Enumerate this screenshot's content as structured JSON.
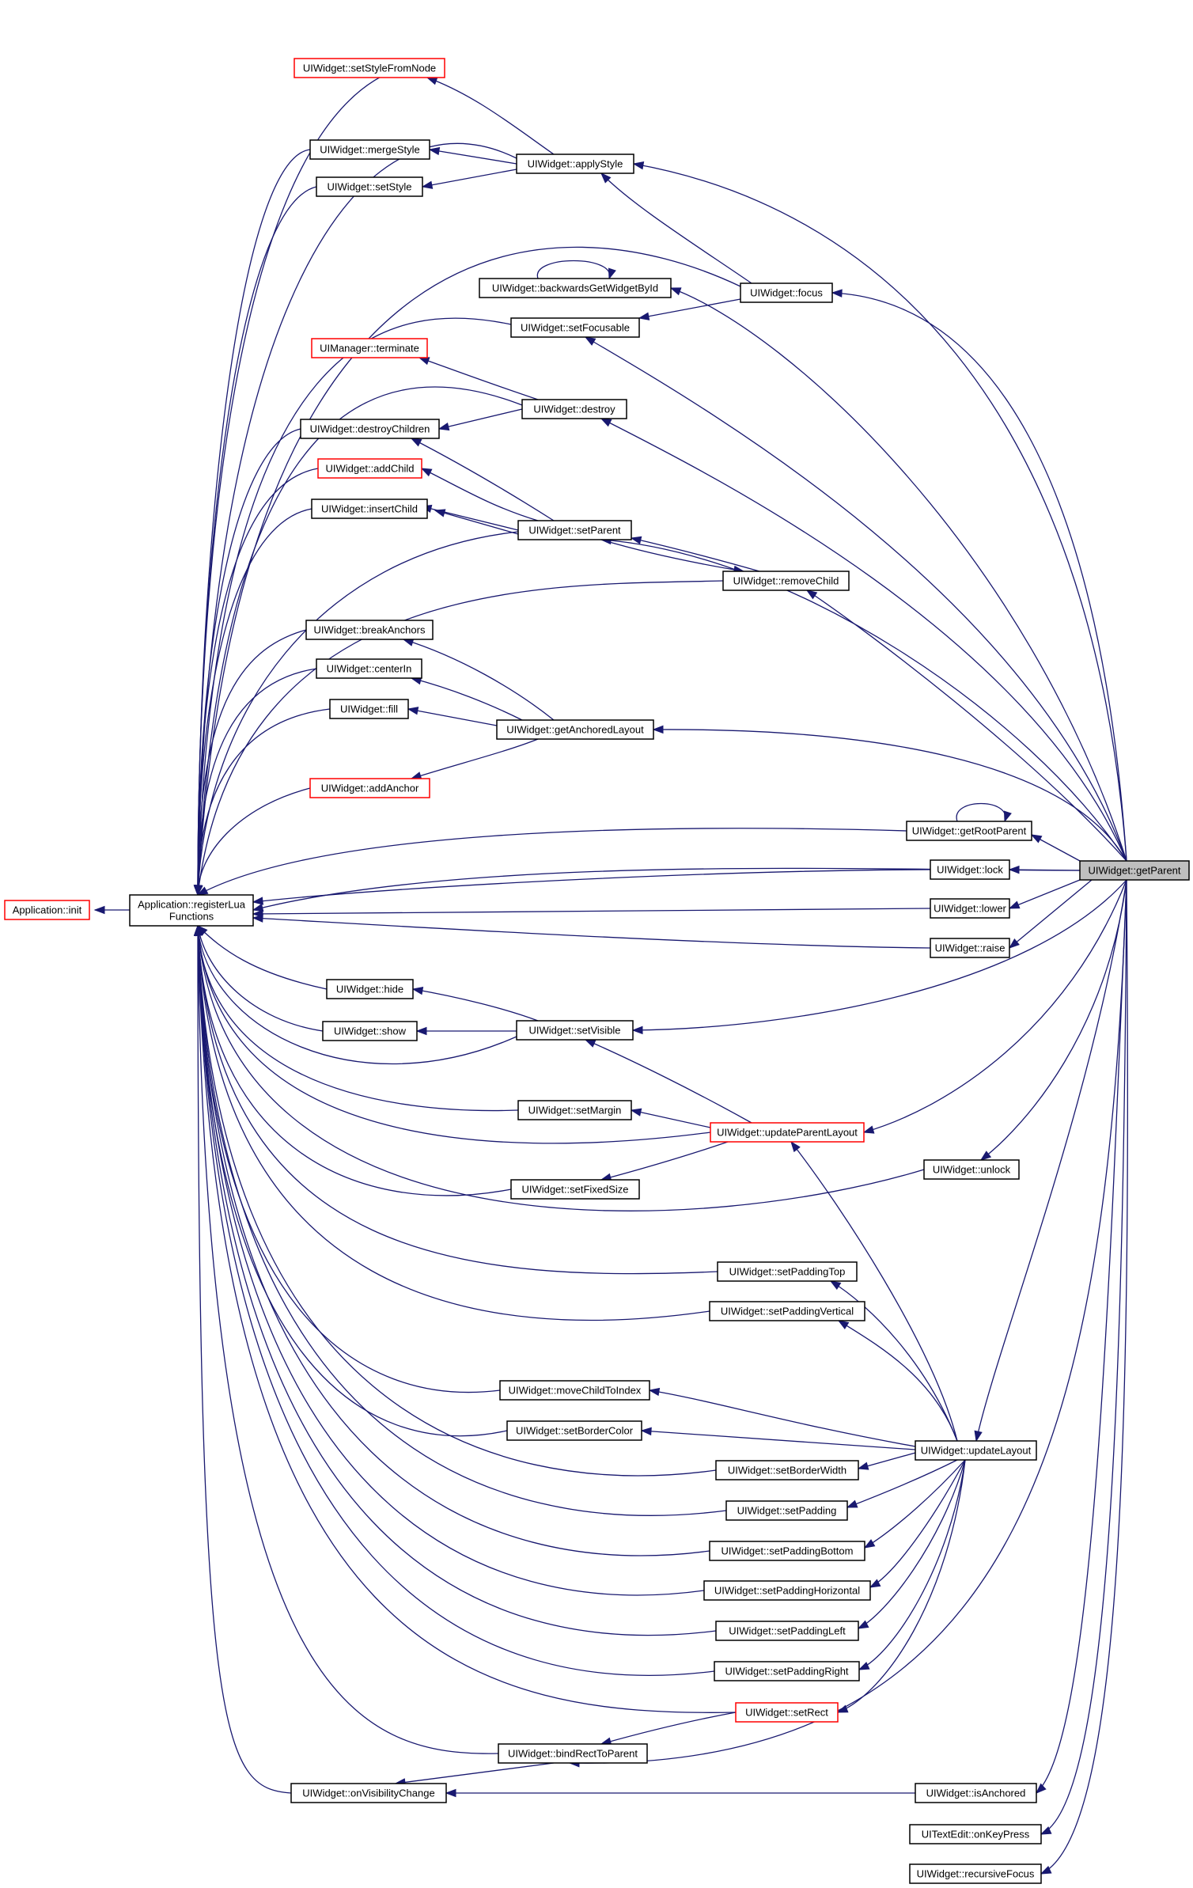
{
  "colors": {
    "edge": "#191970",
    "node_border": "#000000",
    "truncated_border": "#ff0000",
    "root_fill": "#bfbfbf",
    "background": "#ffffff"
  },
  "nodes": [
    {
      "id": "root",
      "label": "UIWidget::getParent",
      "style": "root"
    },
    {
      "id": "app_init",
      "label": "Application::init",
      "style": "truncated"
    },
    {
      "id": "register",
      "label": [
        "Application::registerLua",
        "Functions"
      ],
      "style": "normal"
    },
    {
      "id": "setStyleFromNode",
      "label": "UIWidget::setStyleFromNode",
      "style": "truncated"
    },
    {
      "id": "mergeStyle",
      "label": "UIWidget::mergeStyle",
      "style": "normal"
    },
    {
      "id": "setStyle",
      "label": "UIWidget::setStyle",
      "style": "normal"
    },
    {
      "id": "applyStyle",
      "label": "UIWidget::applyStyle",
      "style": "normal"
    },
    {
      "id": "backwardsGetWidgetById",
      "label": "UIWidget::backwardsGetWidgetById",
      "style": "normal"
    },
    {
      "id": "focus",
      "label": "UIWidget::focus",
      "style": "normal"
    },
    {
      "id": "setFocusable",
      "label": "UIWidget::setFocusable",
      "style": "normal"
    },
    {
      "id": "terminate",
      "label": "UIManager::terminate",
      "style": "truncated"
    },
    {
      "id": "destroy",
      "label": "UIWidget::destroy",
      "style": "normal"
    },
    {
      "id": "destroyChildren",
      "label": "UIWidget::destroyChildren",
      "style": "normal"
    },
    {
      "id": "addChild",
      "label": "UIWidget::addChild",
      "style": "truncated"
    },
    {
      "id": "insertChild",
      "label": "UIWidget::insertChild",
      "style": "normal"
    },
    {
      "id": "setParent",
      "label": "UIWidget::setParent",
      "style": "normal"
    },
    {
      "id": "removeChild",
      "label": "UIWidget::removeChild",
      "style": "normal"
    },
    {
      "id": "breakAnchors",
      "label": "UIWidget::breakAnchors",
      "style": "normal"
    },
    {
      "id": "centerIn",
      "label": "UIWidget::centerIn",
      "style": "normal"
    },
    {
      "id": "fill",
      "label": "UIWidget::fill",
      "style": "normal"
    },
    {
      "id": "getAnchoredLayout",
      "label": "UIWidget::getAnchoredLayout",
      "style": "normal"
    },
    {
      "id": "addAnchor",
      "label": "UIWidget::addAnchor",
      "style": "truncated"
    },
    {
      "id": "getRootParent",
      "label": "UIWidget::getRootParent",
      "style": "normal"
    },
    {
      "id": "lock",
      "label": "UIWidget::lock",
      "style": "normal"
    },
    {
      "id": "lower",
      "label": "UIWidget::lower",
      "style": "normal"
    },
    {
      "id": "raise",
      "label": "UIWidget::raise",
      "style": "normal"
    },
    {
      "id": "hide",
      "label": "UIWidget::hide",
      "style": "normal"
    },
    {
      "id": "show",
      "label": "UIWidget::show",
      "style": "normal"
    },
    {
      "id": "setVisible",
      "label": "UIWidget::setVisible",
      "style": "normal"
    },
    {
      "id": "setMargin",
      "label": "UIWidget::setMargin",
      "style": "normal"
    },
    {
      "id": "updateParentLayout",
      "label": "UIWidget::updateParentLayout",
      "style": "truncated"
    },
    {
      "id": "setFixedSize",
      "label": "UIWidget::setFixedSize",
      "style": "normal"
    },
    {
      "id": "unlock",
      "label": "UIWidget::unlock",
      "style": "normal"
    },
    {
      "id": "setPaddingTop",
      "label": "UIWidget::setPaddingTop",
      "style": "normal"
    },
    {
      "id": "setPaddingVertical",
      "label": "UIWidget::setPaddingVertical",
      "style": "normal"
    },
    {
      "id": "moveChildToIndex",
      "label": "UIWidget::moveChildToIndex",
      "style": "normal"
    },
    {
      "id": "setBorderColor",
      "label": "UIWidget::setBorderColor",
      "style": "normal"
    },
    {
      "id": "updateLayout",
      "label": "UIWidget::updateLayout",
      "style": "normal"
    },
    {
      "id": "setBorderWidth",
      "label": "UIWidget::setBorderWidth",
      "style": "normal"
    },
    {
      "id": "setPadding",
      "label": "UIWidget::setPadding",
      "style": "normal"
    },
    {
      "id": "setPaddingBottom",
      "label": "UIWidget::setPaddingBottom",
      "style": "normal"
    },
    {
      "id": "setPaddingHorizontal",
      "label": "UIWidget::setPaddingHorizontal",
      "style": "normal"
    },
    {
      "id": "setPaddingLeft",
      "label": "UIWidget::setPaddingLeft",
      "style": "normal"
    },
    {
      "id": "setPaddingRight",
      "label": "UIWidget::setPaddingRight",
      "style": "normal"
    },
    {
      "id": "setRect",
      "label": "UIWidget::setRect",
      "style": "truncated"
    },
    {
      "id": "bindRectToParent",
      "label": "UIWidget::bindRectToParent",
      "style": "normal"
    },
    {
      "id": "onVisibilityChange",
      "label": "UIWidget::onVisibilityChange",
      "style": "normal"
    },
    {
      "id": "isAnchored",
      "label": "UIWidget::isAnchored",
      "style": "normal"
    },
    {
      "id": "onKeyPress",
      "label": "UITextEdit::onKeyPress",
      "style": "normal"
    },
    {
      "id": "recursiveFocus",
      "label": "UIWidget::recursiveFocus",
      "style": "normal"
    }
  ],
  "edges": [
    {
      "from": "register",
      "to": "app_init"
    },
    {
      "from": "root",
      "to": "register"
    },
    {
      "from": "root",
      "to": "applyStyle"
    },
    {
      "from": "root",
      "to": "focus"
    },
    {
      "from": "root",
      "to": "backwardsGetWidgetById"
    },
    {
      "from": "root",
      "to": "setFocusable"
    },
    {
      "from": "root",
      "to": "destroy"
    },
    {
      "from": "root",
      "to": "setParent"
    },
    {
      "from": "root",
      "to": "removeChild"
    },
    {
      "from": "root",
      "to": "getAnchoredLayout"
    },
    {
      "from": "root",
      "to": "getRootParent"
    },
    {
      "from": "root",
      "to": "lock"
    },
    {
      "from": "root",
      "to": "lower"
    },
    {
      "from": "root",
      "to": "raise"
    },
    {
      "from": "root",
      "to": "setVisible"
    },
    {
      "from": "root",
      "to": "updateParentLayout"
    },
    {
      "from": "root",
      "to": "unlock"
    },
    {
      "from": "root",
      "to": "updateLayout"
    },
    {
      "from": "root",
      "to": "bindRectToParent"
    },
    {
      "from": "root",
      "to": "isAnchored"
    },
    {
      "from": "root",
      "to": "onKeyPress"
    },
    {
      "from": "root",
      "to": "recursiveFocus"
    },
    {
      "from": "applyStyle",
      "to": "setStyleFromNode"
    },
    {
      "from": "applyStyle",
      "to": "mergeStyle"
    },
    {
      "from": "applyStyle",
      "to": "setStyle"
    },
    {
      "from": "focus",
      "to": "applyStyle"
    },
    {
      "from": "focus",
      "to": "setFocusable"
    },
    {
      "from": "backwardsGetWidgetById",
      "to": "backwardsGetWidgetById"
    },
    {
      "from": "destroy",
      "to": "terminate"
    },
    {
      "from": "destroy",
      "to": "destroyChildren"
    },
    {
      "from": "setParent",
      "to": "destroyChildren"
    },
    {
      "from": "setParent",
      "to": "addChild"
    },
    {
      "from": "addChild",
      "to": "setParent"
    },
    {
      "from": "setParent",
      "to": "insertChild"
    },
    {
      "from": "setParent",
      "to": "removeChild"
    },
    {
      "from": "removeChild",
      "to": "setParent"
    },
    {
      "from": "getAnchoredLayout",
      "to": "breakAnchors"
    },
    {
      "from": "getAnchoredLayout",
      "to": "centerIn"
    },
    {
      "from": "getAnchoredLayout",
      "to": "fill"
    },
    {
      "from": "getAnchoredLayout",
      "to": "addAnchor"
    },
    {
      "from": "getRootParent",
      "to": "getRootParent"
    },
    {
      "from": "setVisible",
      "to": "hide"
    },
    {
      "from": "setVisible",
      "to": "show"
    },
    {
      "from": "updateParentLayout",
      "to": "setVisible"
    },
    {
      "from": "updateParentLayout",
      "to": "setMargin"
    },
    {
      "from": "updateParentLayout",
      "to": "setFixedSize"
    },
    {
      "from": "updateLayout",
      "to": "updateParentLayout"
    },
    {
      "from": "updateLayout",
      "to": "setPaddingTop"
    },
    {
      "from": "updateLayout",
      "to": "setPaddingVertical"
    },
    {
      "from": "updateLayout",
      "to": "moveChildToIndex"
    },
    {
      "from": "updateLayout",
      "to": "setBorderColor"
    },
    {
      "from": "updateLayout",
      "to": "setBorderWidth"
    },
    {
      "from": "updateLayout",
      "to": "setPadding"
    },
    {
      "from": "updateLayout",
      "to": "setPaddingBottom"
    },
    {
      "from": "updateLayout",
      "to": "setPaddingHorizontal"
    },
    {
      "from": "updateLayout",
      "to": "setPaddingLeft"
    },
    {
      "from": "updateLayout",
      "to": "setPaddingRight"
    },
    {
      "from": "updateLayout",
      "to": "setRect"
    },
    {
      "from": "setRect",
      "to": "bindRectToParent"
    },
    {
      "from": "bindRectToParent",
      "to": "onVisibilityChange"
    },
    {
      "from": "isAnchored",
      "to": "onVisibilityChange"
    },
    {
      "from": "setStyleFromNode",
      "to": "register"
    },
    {
      "from": "mergeStyle",
      "to": "register"
    },
    {
      "from": "setStyle",
      "to": "register"
    },
    {
      "from": "applyStyle",
      "to": "register"
    },
    {
      "from": "focus",
      "to": "register"
    },
    {
      "from": "setFocusable",
      "to": "register"
    },
    {
      "from": "destroy",
      "to": "register"
    },
    {
      "from": "destroyChildren",
      "to": "register"
    },
    {
      "from": "addChild",
      "to": "register"
    },
    {
      "from": "insertChild",
      "to": "register"
    },
    {
      "from": "setParent",
      "to": "register"
    },
    {
      "from": "removeChild",
      "to": "register"
    },
    {
      "from": "breakAnchors",
      "to": "register"
    },
    {
      "from": "centerIn",
      "to": "register"
    },
    {
      "from": "fill",
      "to": "register"
    },
    {
      "from": "addAnchor",
      "to": "register"
    },
    {
      "from": "getRootParent",
      "to": "register"
    },
    {
      "from": "lock",
      "to": "register"
    },
    {
      "from": "lower",
      "to": "register"
    },
    {
      "from": "raise",
      "to": "register"
    },
    {
      "from": "hide",
      "to": "register"
    },
    {
      "from": "show",
      "to": "register"
    },
    {
      "from": "setVisible",
      "to": "register"
    },
    {
      "from": "setMargin",
      "to": "register"
    },
    {
      "from": "updateParentLayout",
      "to": "register"
    },
    {
      "from": "setFixedSize",
      "to": "register"
    },
    {
      "from": "unlock",
      "to": "register"
    },
    {
      "from": "setPaddingTop",
      "to": "register"
    },
    {
      "from": "setPaddingVertical",
      "to": "register"
    },
    {
      "from": "moveChildToIndex",
      "to": "register"
    },
    {
      "from": "setBorderColor",
      "to": "register"
    },
    {
      "from": "setBorderWidth",
      "to": "register"
    },
    {
      "from": "setPadding",
      "to": "register"
    },
    {
      "from": "setPaddingBottom",
      "to": "register"
    },
    {
      "from": "setPaddingHorizontal",
      "to": "register"
    },
    {
      "from": "setPaddingLeft",
      "to": "register"
    },
    {
      "from": "setPaddingRight",
      "to": "register"
    },
    {
      "from": "setRect",
      "to": "register"
    },
    {
      "from": "bindRectToParent",
      "to": "register"
    },
    {
      "from": "onVisibilityChange",
      "to": "register"
    }
  ]
}
